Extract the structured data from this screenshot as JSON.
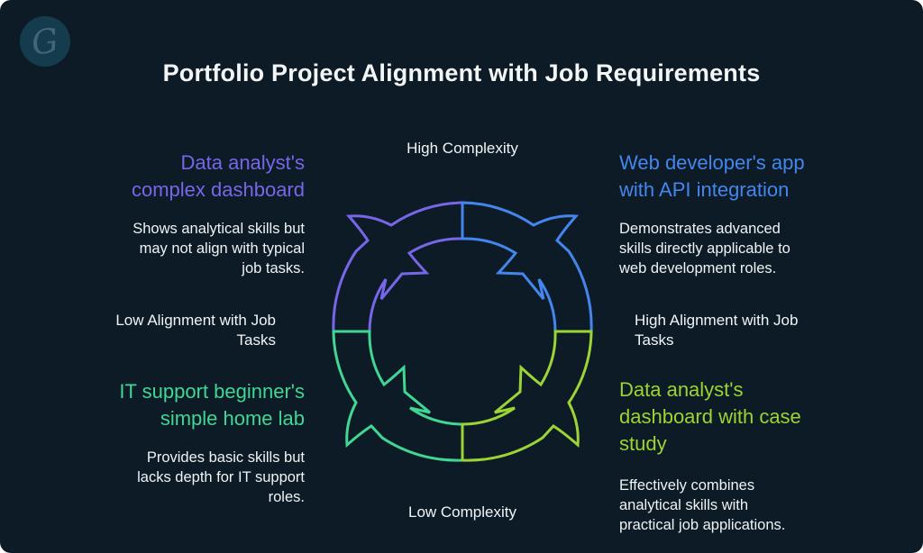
{
  "page": {
    "title": "Portfolio Project Alignment with Job Requirements",
    "background_color": "#0d1b26"
  },
  "logo": {
    "monogram": "G"
  },
  "diagram": {
    "type": "quadrant-cycle",
    "axis_top": "High Complexity",
    "axis_bottom": "Low Complexity",
    "quadrants": [
      {
        "position": "top-left",
        "color": "#7766e8"
      },
      {
        "position": "top-right",
        "color": "#4486ee"
      },
      {
        "position": "bottom-left",
        "color": "#41d694"
      },
      {
        "position": "bottom-right",
        "color": "#9bd434"
      }
    ]
  },
  "left_column": {
    "top": {
      "heading": "Data analyst's\ncomplex dashboard",
      "body": "Shows analytical skills but\nmay not align with typical\njob tasks.",
      "color": "#7766e8"
    },
    "label": "Low Alignment with Job\nTasks",
    "bottom": {
      "heading": "IT support beginner's\nsimple home lab",
      "body": "Provides basic skills but\nlacks depth for IT support\nroles.",
      "color": "#41d694"
    }
  },
  "right_column": {
    "top": {
      "heading": "Web developer's app\nwith API integration",
      "body": "Demonstrates advanced\nskills directly applicable to\nweb development roles.",
      "color": "#4486ee"
    },
    "label": "High Alignment with Job\nTasks",
    "bottom": {
      "heading": "Data analyst's\ndashboard with case\nstudy",
      "body": "Effectively combines\nanalytical skills with\npractical job applications.",
      "color": "#9bd434"
    }
  }
}
